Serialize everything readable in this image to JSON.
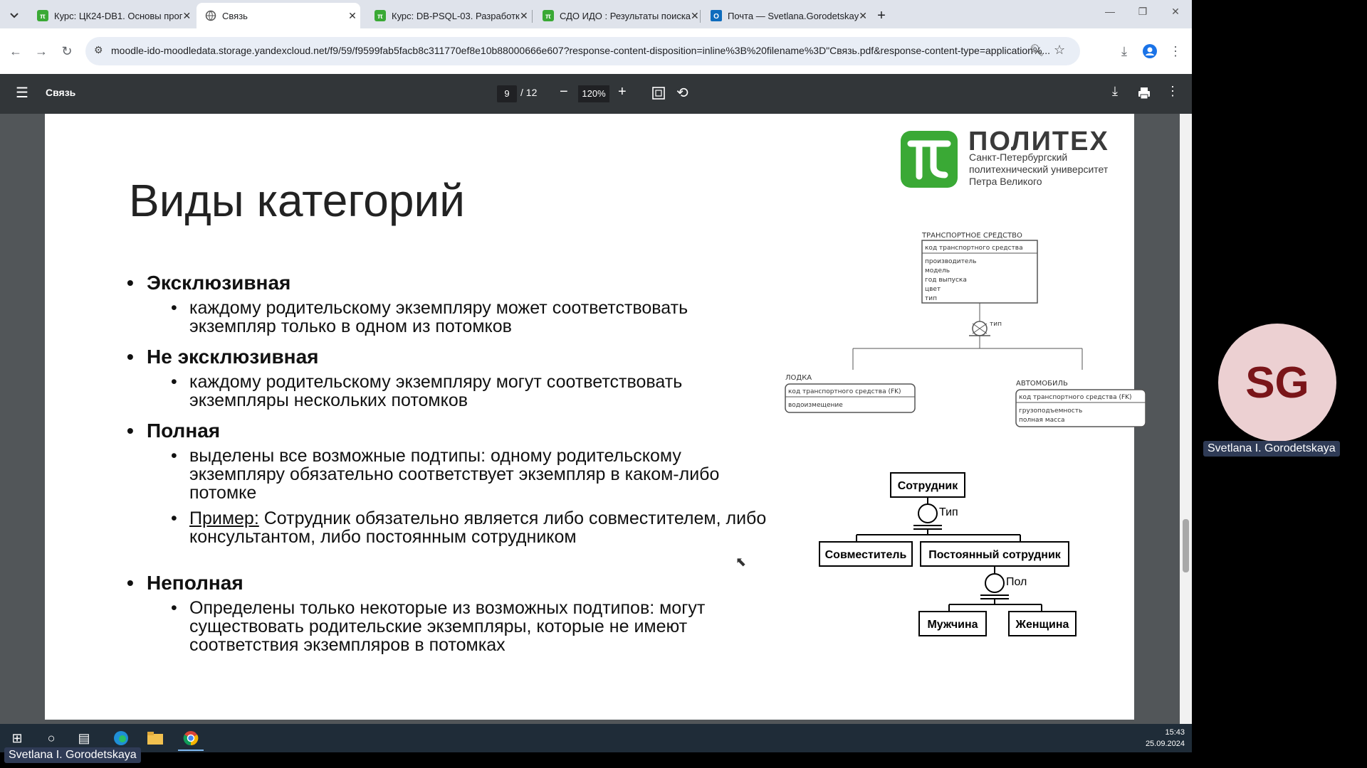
{
  "browser": {
    "tabs": [
      {
        "label": "Курс: ЦК24-DB1. Основы прог",
        "active": false
      },
      {
        "label": "Связь",
        "active": true
      },
      {
        "label": "Курс: DB-PSQL-03. Разработк",
        "active": false
      },
      {
        "label": "СДО ИДО : Результаты поиска",
        "active": false
      },
      {
        "label": "Почта — Svetlana.Gorodetskay",
        "active": false
      }
    ],
    "new_tab_label": "+",
    "url": "moodle-ido-moodledata.storage.yandexcloud.net/f9/59/f9599fab5facb8c311770ef8e10b88000666e607?response-content-disposition=inline%3B%20filename%3D\"Связь.pdf&response-content-type=application%..."
  },
  "pdf_viewer": {
    "title": "Связь",
    "page_current": "9",
    "page_total": "/ 12",
    "zoom": "120%"
  },
  "slide": {
    "title": "Виды категорий",
    "logo": {
      "name": "ПОЛИТЕХ",
      "line1": "Санкт-Петербургский",
      "line2": "политехнический университет",
      "line3": "Петра Великого",
      "brand_color": "#3aa935"
    },
    "bullets": [
      {
        "heading": "Эксклюзивная",
        "sub": [
          "каждому родительскому экземпляру может соответствовать экземпляр только в одном из потомков"
        ]
      },
      {
        "heading": "Не эксклюзивная",
        "sub": [
          "каждому родительскому экземпляру могут соответствовать экземпляры нескольких потомков"
        ]
      },
      {
        "heading": "Полная",
        "sub": [
          "выделены все возможные подтипы: одному родительскому экземпляру обязательно соответствует экземпляр в каком-либо потомке"
        ],
        "example_label": "Пример:",
        "example_text": "Сотрудник обязательно является либо совместителем, либо консультантом, либо постоянным сотрудником"
      },
      {
        "heading": "Неполная",
        "sub": [
          "Определены только некоторые из возможных подтипов: могут существовать родительские экземпляры, которые не имеют соответствия экземпляров в потомках"
        ]
      }
    ],
    "diagram1": {
      "parent_title": "ТРАНСПОРТНОЕ СРЕДСТВО",
      "parent_key": "код транспортного средства",
      "parent_attrs": [
        "производитель",
        "модель",
        "год выпуска",
        "цвет",
        "тип"
      ],
      "discriminator": "тип",
      "child1_title": "ЛОДКА",
      "child1_key": "код транспортного средства (FK)",
      "child1_attrs": [
        "водоизмещение"
      ],
      "child2_title": "АВТОМОБИЛЬ",
      "child2_key": "код транспортного средства (FK)",
      "child2_attrs": [
        "грузоподъемность",
        "полная масса"
      ]
    },
    "diagram2": {
      "root": "Сотрудник",
      "disc1": "Тип",
      "child_a": "Совместитель",
      "child_b": "Постоянный сотрудник",
      "disc2": "Пол",
      "child_c": "Мужчина",
      "child_d": "Женщина"
    }
  },
  "participant": {
    "initials": "SG",
    "name": "Svetlana I. Gorodetskaya",
    "avatar_color": "#ecd0d2"
  },
  "taskbar": {
    "time": "15:43",
    "date": "25.09.2024"
  }
}
